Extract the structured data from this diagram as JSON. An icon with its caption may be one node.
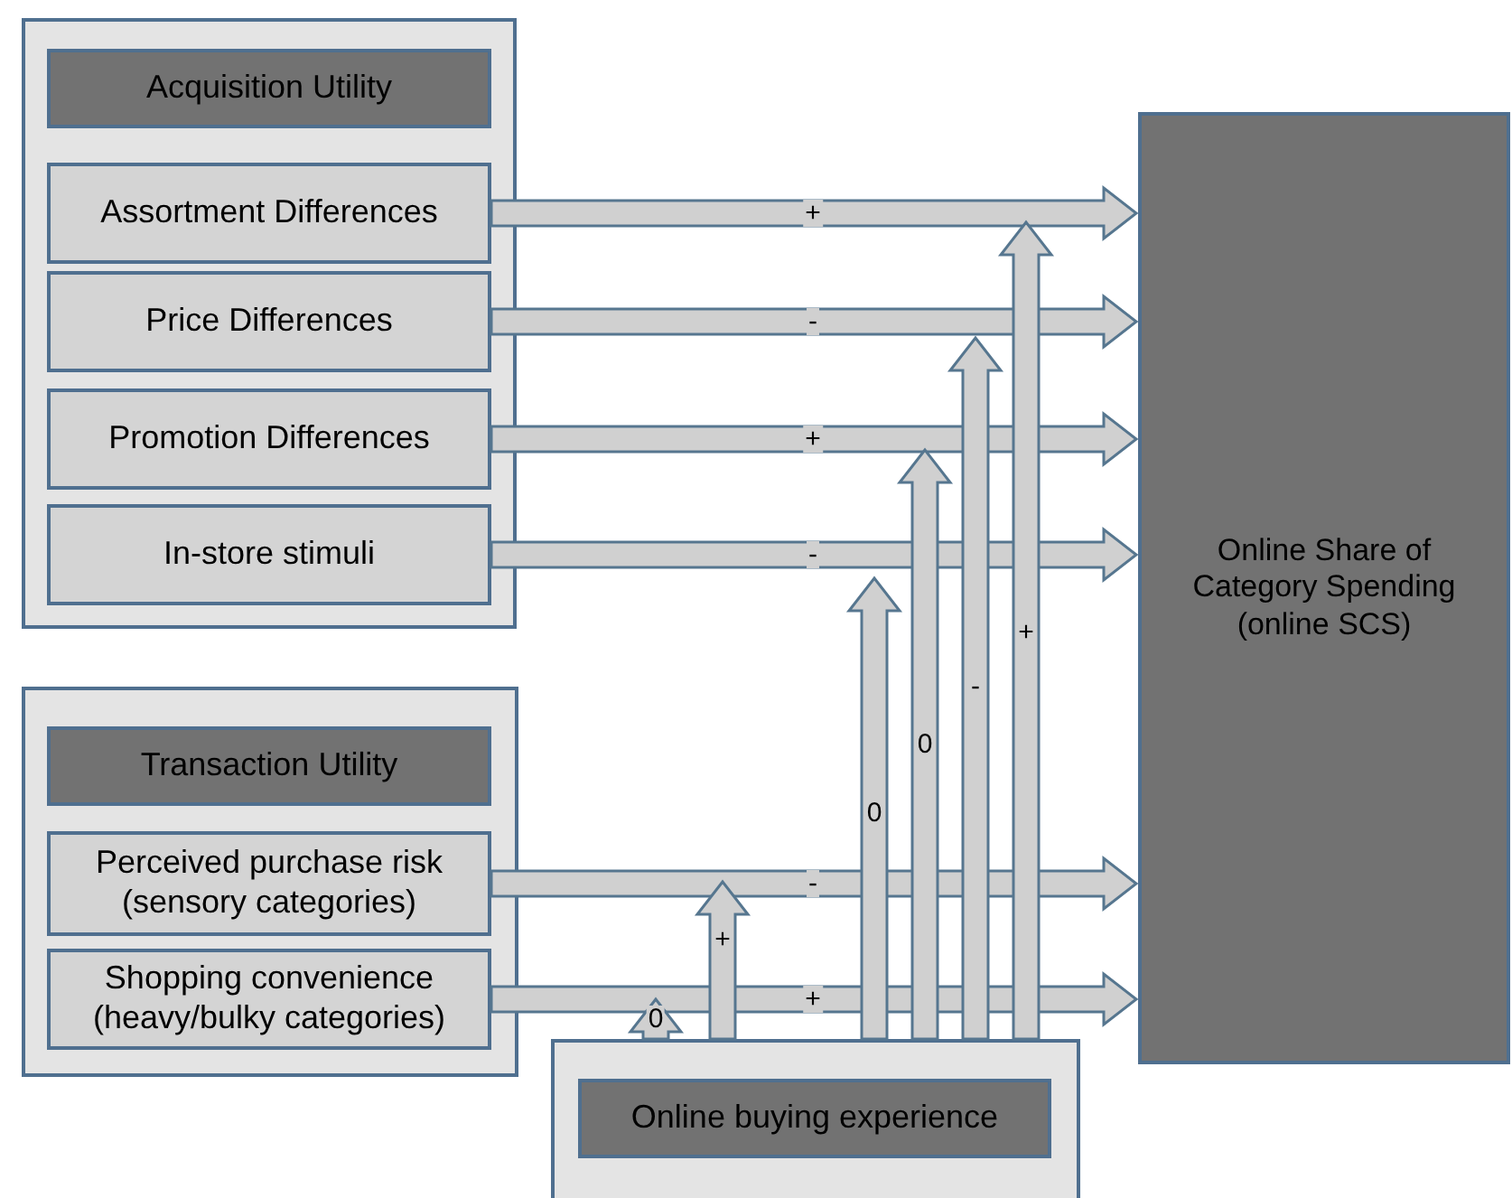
{
  "diagram": {
    "nodes": [
      {
        "text": [],
        "shape": "box"
      },
      {
        "text": [
          "Acquisition Utility"
        ],
        "in": 0
      },
      {
        "text": [
          "Assortment Differences"
        ],
        "in": 0
      },
      {
        "text": [
          "Price Differences"
        ],
        "in": 0
      },
      {
        "text": [
          "Promotion Differences"
        ],
        "in": 0
      },
      {
        "text": [
          "In-store stimuli"
        ],
        "in": 0
      },
      {
        "text": [
          "Online Share of Category Spending (online SCS)"
        ]
      },
      {
        "text": [],
        "shape": "box"
      },
      {
        "text": [
          "Transaction Utility"
        ],
        "in": 7
      },
      {
        "text": [
          "Perceived purchase risk (sensory categories)"
        ],
        "in": 7
      },
      {
        "text": [
          "Shopping convenience (heavy/bulky categories)"
        ],
        "in": 7
      },
      {
        "text": [],
        "shape": "box"
      },
      {
        "text": [
          "Online buying experience"
        ],
        "in": 11
      }
    ],
    "edges": [
      {
        "from": 2,
        "to": 6,
        "arrow": "to",
        "label": "+"
      },
      {
        "from": 3,
        "to": 6,
        "arrow": "to",
        "label": "-"
      },
      {
        "from": 4,
        "to": 6,
        "arrow": "to",
        "label": "+"
      },
      {
        "from": 5,
        "to": 6,
        "arrow": "to",
        "label": "-"
      },
      {
        "from": 9,
        "to": 6,
        "arrow": "to",
        "label": "-"
      },
      {
        "from": 10,
        "to": 6,
        "arrow": "to",
        "label": "+"
      },
      {
        "from": 11,
        "to": null,
        "arrow": "to",
        "label": "0"
      },
      {
        "from": 11,
        "to": null,
        "arrow": "to",
        "label": "+"
      },
      {
        "from": 11,
        "to": null,
        "arrow": "to",
        "label": "0"
      },
      {
        "from": 11,
        "to": null,
        "arrow": "to",
        "label": "0"
      },
      {
        "from": 11,
        "to": null,
        "arrow": "to",
        "label": "-"
      },
      {
        "from": 11,
        "to": null,
        "arrow": "to",
        "label": "+"
      }
    ]
  }
}
